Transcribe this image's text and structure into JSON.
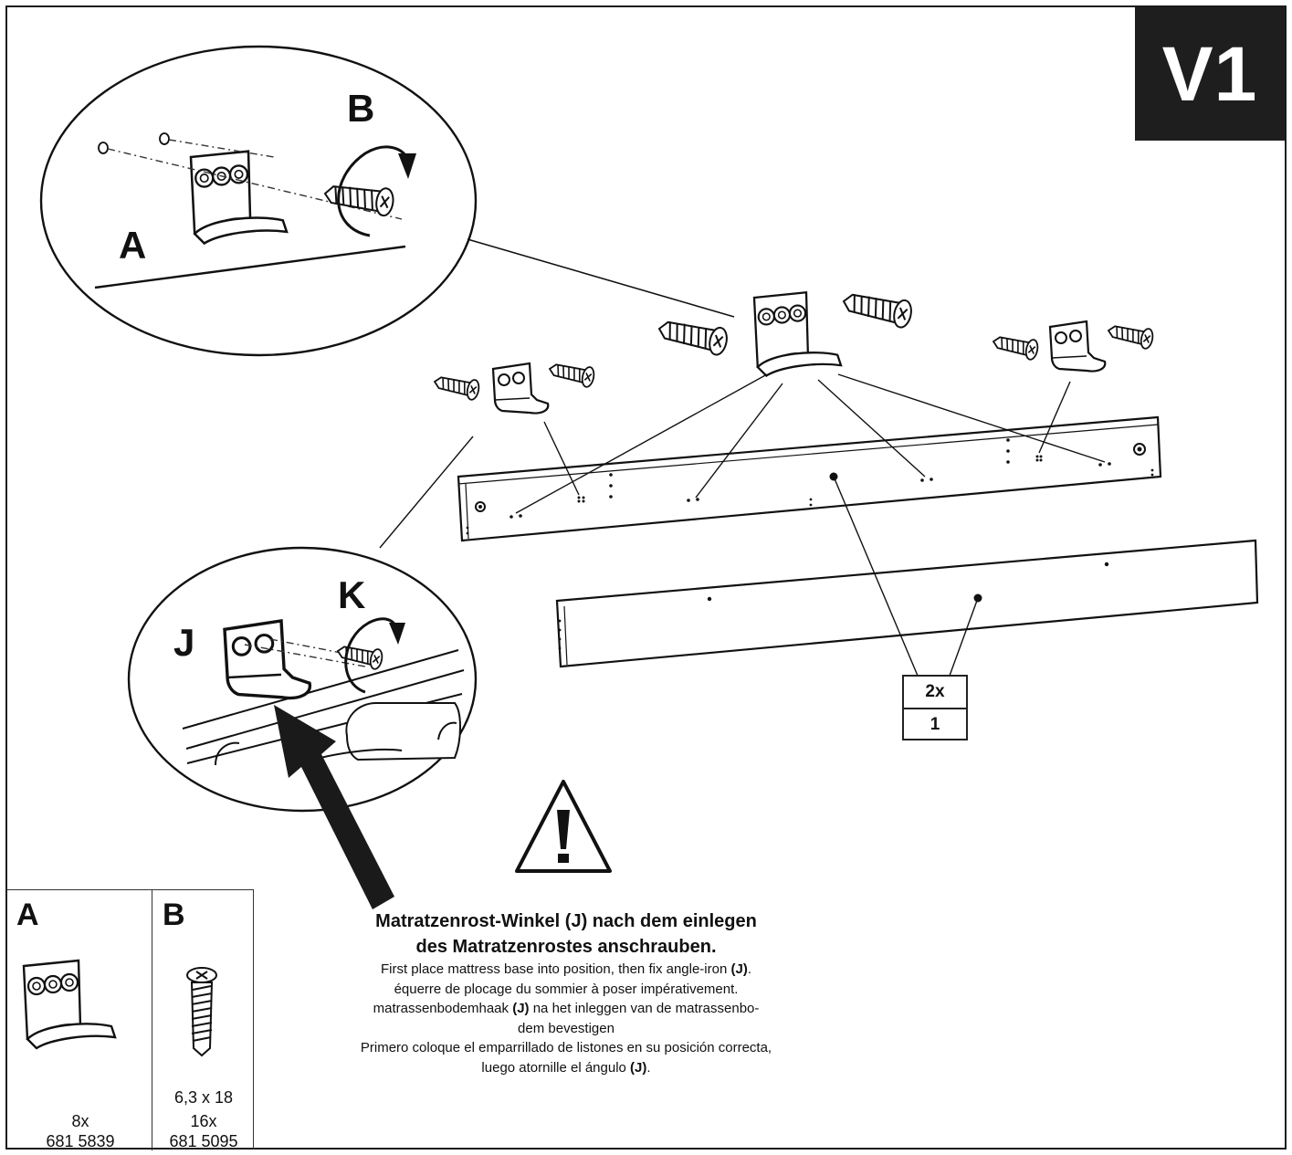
{
  "step": {
    "label": "V1"
  },
  "callouts": {
    "detail_top_a": "A",
    "detail_top_b": "B",
    "detail_bottom_j": "J",
    "detail_bottom_k": "K"
  },
  "quantity_box": {
    "count": "2x",
    "index": "1"
  },
  "parts": [
    {
      "letter": "A",
      "qty": "8x",
      "code": "681 5839"
    },
    {
      "letter": "B",
      "size": "6,3 x 18",
      "qty": "16x",
      "code": "681 5095"
    }
  ],
  "notice": {
    "de_line1": "Matratzenrost-Winkel (J) nach dem einlegen",
    "de_line2": "des Matratzenrostes anschrauben.",
    "en_pre": "First place mattress base into position, then fix angle-iron ",
    "en_ref": "(J)",
    "en_post": ".",
    "fr": "équerre de plocage du sommier à poser impérativement.",
    "nl_pre": "matrassenbodemhaak ",
    "nl_ref": "(J)",
    "nl_post": " na het inleggen van de matrassenbo-",
    "nl_line2": "dem bevestigen",
    "es_line1": "Primero coloque el emparrillado de listones en su posición correcta,",
    "es_pre": "luego atornille el ángulo ",
    "es_ref": "(J)",
    "es_post": "."
  },
  "icons": [
    "warning-triangle-icon",
    "rotation-arrow-icon",
    "angle-bracket-icon",
    "screw-icon"
  ]
}
